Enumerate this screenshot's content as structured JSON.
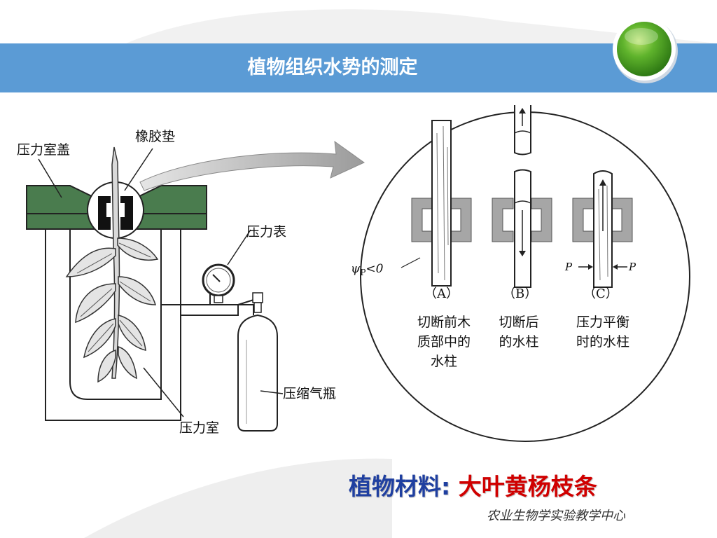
{
  "slide": {
    "title": "植物组织水势的测定",
    "footer": "农业生物学实验教学中心"
  },
  "material": {
    "label": "植物材料:",
    "value": "大叶黄杨枝条"
  },
  "diagram": {
    "labels": {
      "chamber_lid": "压力室盖",
      "rubber_gasket": "橡胶垫",
      "pressure_gauge": "压力表",
      "gas_cylinder": "压缩气瓶",
      "pressure_chamber": "压力室"
    },
    "psi": {
      "symbol": "ψ",
      "subscript": "P",
      "relation": "<0"
    },
    "panels": [
      {
        "tag": "（A）",
        "caption_lines": [
          "切断前木",
          "质部中的",
          "水柱"
        ]
      },
      {
        "tag": "（B）",
        "caption_lines": [
          "切断后",
          "的水柱"
        ]
      },
      {
        "tag": "（C）",
        "caption_lines": [
          "压力平衡",
          "时的水柱"
        ]
      }
    ],
    "pressure_symbol": "P",
    "colors": {
      "lid_green": "#4a7c4e",
      "gasket_black": "#111111",
      "collar_gray": "#a6a6a6"
    }
  }
}
